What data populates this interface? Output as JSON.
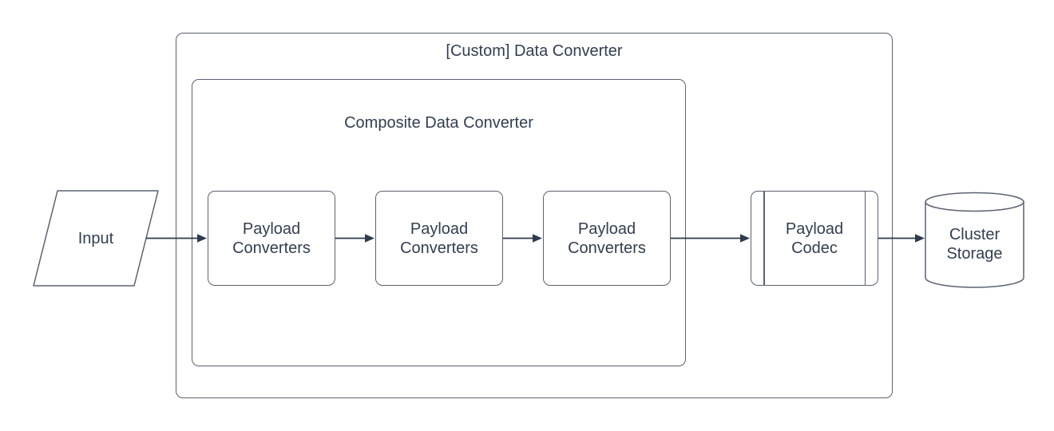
{
  "colors": {
    "shape_border": "#5b6270",
    "text": "#333e4f",
    "arrow": "#2f3a4a",
    "background": "#ffffff"
  },
  "diagram": {
    "outer_group": {
      "label": "[Custom] Data Converter",
      "shape": "rounded-container"
    },
    "inner_group": {
      "label": "Composite Data Converter",
      "shape": "rounded-container"
    },
    "nodes": {
      "input": {
        "label": "Input",
        "shape": "parallelogram"
      },
      "payload_converter_1": {
        "label": "Payload Converters",
        "shape": "rounded-rectangle"
      },
      "payload_converter_2": {
        "label": "Payload Converters",
        "shape": "rounded-rectangle"
      },
      "payload_converter_3": {
        "label": "Payload Converters",
        "shape": "rounded-rectangle"
      },
      "payload_codec": {
        "label": "Payload Codec",
        "shape": "predefined-process"
      },
      "cluster_storage": {
        "label": "Cluster Storage",
        "shape": "cylinder"
      }
    },
    "edges": [
      {
        "from": "Input",
        "to": "Payload Converters (1)"
      },
      {
        "from": "Payload Converters (1)",
        "to": "Payload Converters (2)"
      },
      {
        "from": "Payload Converters (2)",
        "to": "Payload Converters (3)"
      },
      {
        "from": "Payload Converters (3)",
        "to": "Payload Codec"
      },
      {
        "from": "Payload Codec",
        "to": "Cluster Storage"
      }
    ]
  }
}
